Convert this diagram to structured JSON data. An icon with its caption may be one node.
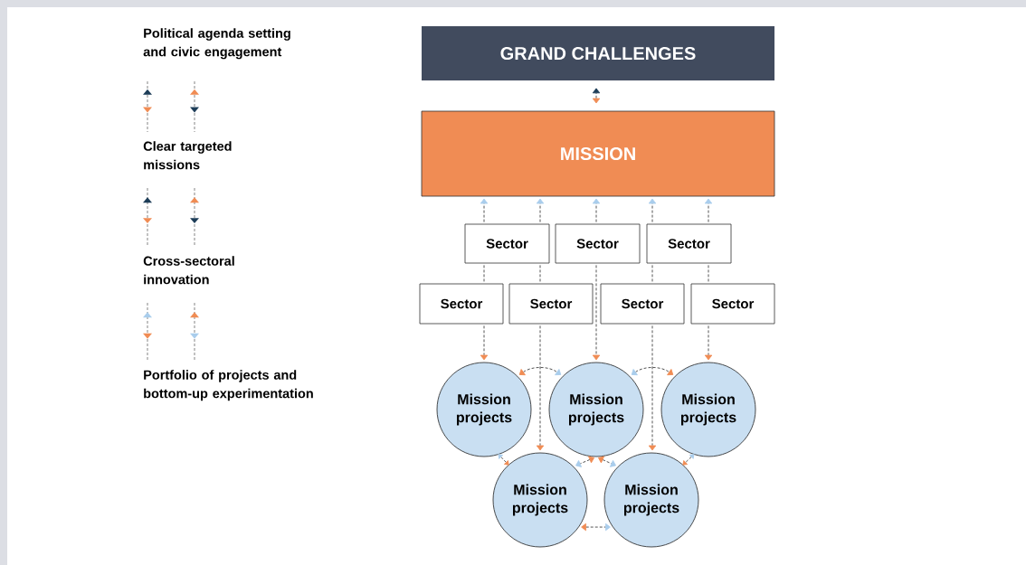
{
  "diagram": {
    "nodes": [
      {
        "text": [
          "GRAND CHALLENGES"
        ]
      },
      {
        "text": [
          "MISSION"
        ]
      },
      {
        "text": [
          "Sector"
        ]
      },
      {
        "text": [
          "Sector"
        ]
      },
      {
        "text": [
          "Sector"
        ]
      },
      {
        "text": [
          "Sector"
        ]
      },
      {
        "text": [
          "Sector"
        ]
      },
      {
        "text": [
          "Sector"
        ]
      },
      {
        "text": [
          "Sector"
        ]
      },
      {
        "text": [
          "Mission projects"
        ]
      },
      {
        "text": [
          "Mission projects"
        ]
      },
      {
        "text": [
          "Mission projects"
        ]
      },
      {
        "text": [
          "Mission projects"
        ]
      },
      {
        "text": [
          "Mission projects"
        ]
      }
    ],
    "edges": [
      {
        "from": 1,
        "to": 0,
        "arrow": "both"
      },
      {
        "from": 2,
        "to": 1,
        "arrow": "to"
      },
      {
        "from": 2,
        "to": 5,
        "arrow": "none"
      },
      {
        "from": 5,
        "to": 9,
        "arrow": "to"
      },
      {
        "from": 2,
        "to": 1,
        "arrow": "to"
      },
      {
        "from": 2,
        "to": 6,
        "arrow": "none"
      },
      {
        "from": 6,
        "to": 12,
        "arrow": "to"
      },
      {
        "from": 3,
        "to": 1,
        "arrow": "to"
      },
      {
        "from": 3,
        "to": 10,
        "arrow": "to"
      },
      {
        "from": 4,
        "to": 1,
        "arrow": "to"
      },
      {
        "from": 4,
        "to": 7,
        "arrow": "none"
      },
      {
        "from": 7,
        "to": 13,
        "arrow": "to"
      },
      {
        "from": 4,
        "to": 1,
        "arrow": "to"
      },
      {
        "from": 4,
        "to": 8,
        "arrow": "none"
      },
      {
        "from": 8,
        "to": 11,
        "arrow": "to"
      },
      {
        "from": 9,
        "to": 10,
        "arrow": "both"
      },
      {
        "from": 10,
        "to": 11,
        "arrow": "both"
      },
      {
        "from": 9,
        "to": 12,
        "arrow": "both"
      },
      {
        "from": 10,
        "to": 12,
        "arrow": "both"
      },
      {
        "from": 10,
        "to": 13,
        "arrow": "both"
      },
      {
        "from": 11,
        "to": 13,
        "arrow": "both"
      },
      {
        "from": 12,
        "to": 13,
        "arrow": "both"
      }
    ],
    "labels": [
      "Political agenda setting and civic engagement",
      "Clear targeted missions",
      "Cross-sectoral innovation",
      "Portfolio of projects and bottom-up experimentation"
    ]
  }
}
